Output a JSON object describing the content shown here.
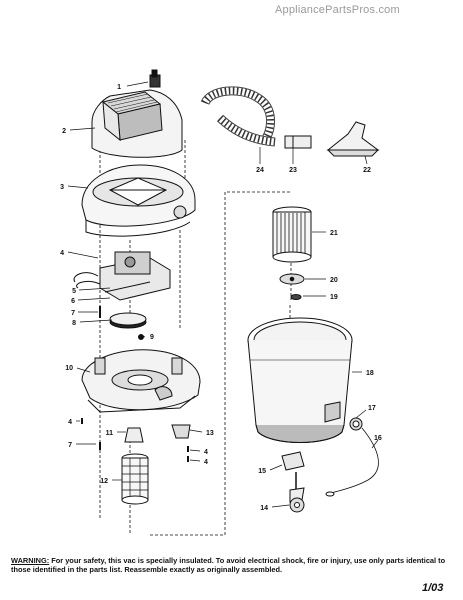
{
  "watermark": "AppliancePartsPros.com",
  "parts": [
    {
      "id": "part-1",
      "number": "1"
    },
    {
      "id": "part-2",
      "number": "2"
    },
    {
      "id": "part-3",
      "number": "3"
    },
    {
      "id": "part-4a",
      "number": "4"
    },
    {
      "id": "part-5",
      "number": "5"
    },
    {
      "id": "part-6",
      "number": "6"
    },
    {
      "id": "part-7a",
      "number": "7"
    },
    {
      "id": "part-8",
      "number": "8"
    },
    {
      "id": "part-9",
      "number": "9"
    },
    {
      "id": "part-10",
      "number": "10"
    },
    {
      "id": "part-4b",
      "number": "4"
    },
    {
      "id": "part-11",
      "number": "11"
    },
    {
      "id": "part-7b",
      "number": "7"
    },
    {
      "id": "part-13",
      "number": "13"
    },
    {
      "id": "part-4c",
      "number": "4"
    },
    {
      "id": "part-4d",
      "number": "4"
    },
    {
      "id": "part-12",
      "number": "12"
    },
    {
      "id": "part-24",
      "number": "24"
    },
    {
      "id": "part-23",
      "number": "23"
    },
    {
      "id": "part-22",
      "number": "22"
    },
    {
      "id": "part-21",
      "number": "21"
    },
    {
      "id": "part-20",
      "number": "20"
    },
    {
      "id": "part-19",
      "number": "19"
    },
    {
      "id": "part-18",
      "number": "18"
    },
    {
      "id": "part-17",
      "number": "17"
    },
    {
      "id": "part-16",
      "number": "16"
    },
    {
      "id": "part-15",
      "number": "15"
    },
    {
      "id": "part-14",
      "number": "14"
    }
  ],
  "warning": {
    "heading": "WARNING:",
    "text": " For your safety, this vac is specially insulated. To avoid electrical shock, fire or injury, use only parts identical to those identified in the parts list. Reassemble exactly as originally assembled."
  },
  "revision": "1/03"
}
